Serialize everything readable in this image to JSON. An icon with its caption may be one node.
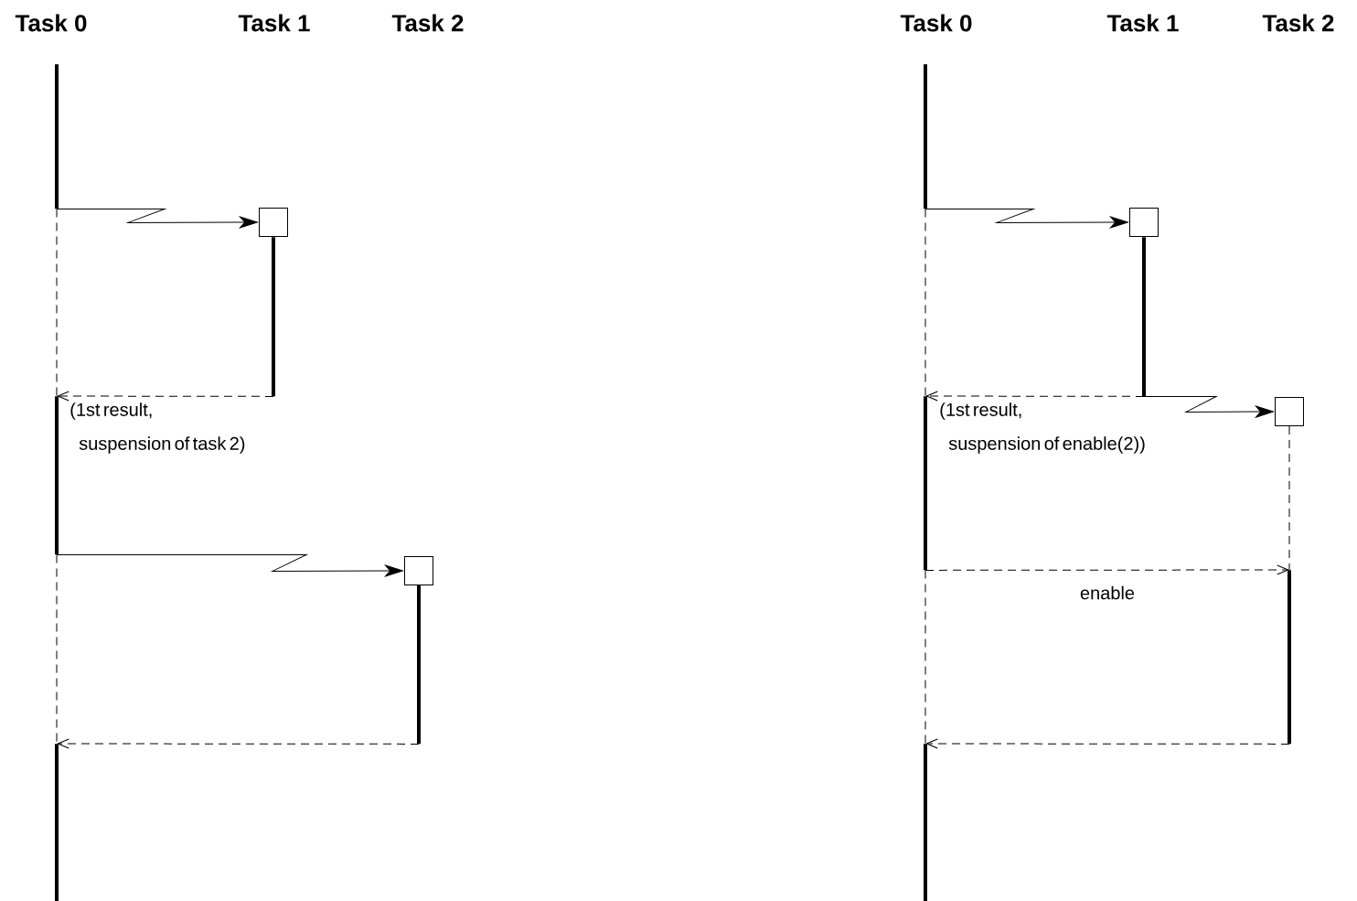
{
  "diagram": {
    "nodes": [
      {
        "text": [],
        "shape": "bar"
      },
      {
        "text": [],
        "shape": "box"
      },
      {
        "text": [],
        "shape": "bar"
      },
      {
        "text": [],
        "shape": "bar"
      },
      {
        "text": [],
        "shape": "box"
      },
      {
        "text": [],
        "shape": "bar"
      },
      {
        "text": [],
        "shape": "bar"
      },
      {
        "text": [],
        "shape": "bar"
      },
      {
        "text": [],
        "shape": "box"
      },
      {
        "text": [],
        "shape": "bar"
      },
      {
        "text": [],
        "shape": "bar"
      },
      {
        "text": [],
        "shape": "box"
      },
      {
        "text": [],
        "shape": "bar"
      },
      {
        "text": [],
        "shape": "bar"
      }
    ],
    "edges": [
      {
        "from": 0,
        "to": 1,
        "arrow": "to"
      },
      {
        "from": 2,
        "to": 3,
        "arrow": "to",
        "style": "dashed",
        "label": "(1st result, suspension of task 2)"
      },
      {
        "from": 3,
        "to": 4,
        "arrow": "to"
      },
      {
        "from": 5,
        "to": 6,
        "arrow": "to",
        "style": "dashed"
      },
      {
        "from": 7,
        "to": 8,
        "arrow": "to"
      },
      {
        "from": 9,
        "to": 10,
        "arrow": "to",
        "style": "dashed",
        "label": "(1st result, suspension of enable(2))"
      },
      {
        "from": 9,
        "to": 11,
        "arrow": "to"
      },
      {
        "from": 10,
        "to": 12,
        "arrow": "to",
        "style": "dashed",
        "label": "enable"
      },
      {
        "from": 12,
        "to": 13,
        "arrow": "to",
        "style": "dashed"
      },
      {
        "from": 0,
        "to": 3,
        "arrow": "none",
        "style": "dashed"
      },
      {
        "from": 3,
        "to": 6,
        "arrow": "none",
        "style": "dashed"
      },
      {
        "from": 7,
        "to": 10,
        "arrow": "none",
        "style": "dashed"
      },
      {
        "from": 10,
        "to": 13,
        "arrow": "none",
        "style": "dashed"
      },
      {
        "from": 11,
        "to": 12,
        "arrow": "none",
        "style": "dashed"
      }
    ],
    "labels": [
      "Task 0",
      "Task 1",
      "Task 2",
      "Task 0",
      "Task 1",
      "Task 2"
    ]
  }
}
